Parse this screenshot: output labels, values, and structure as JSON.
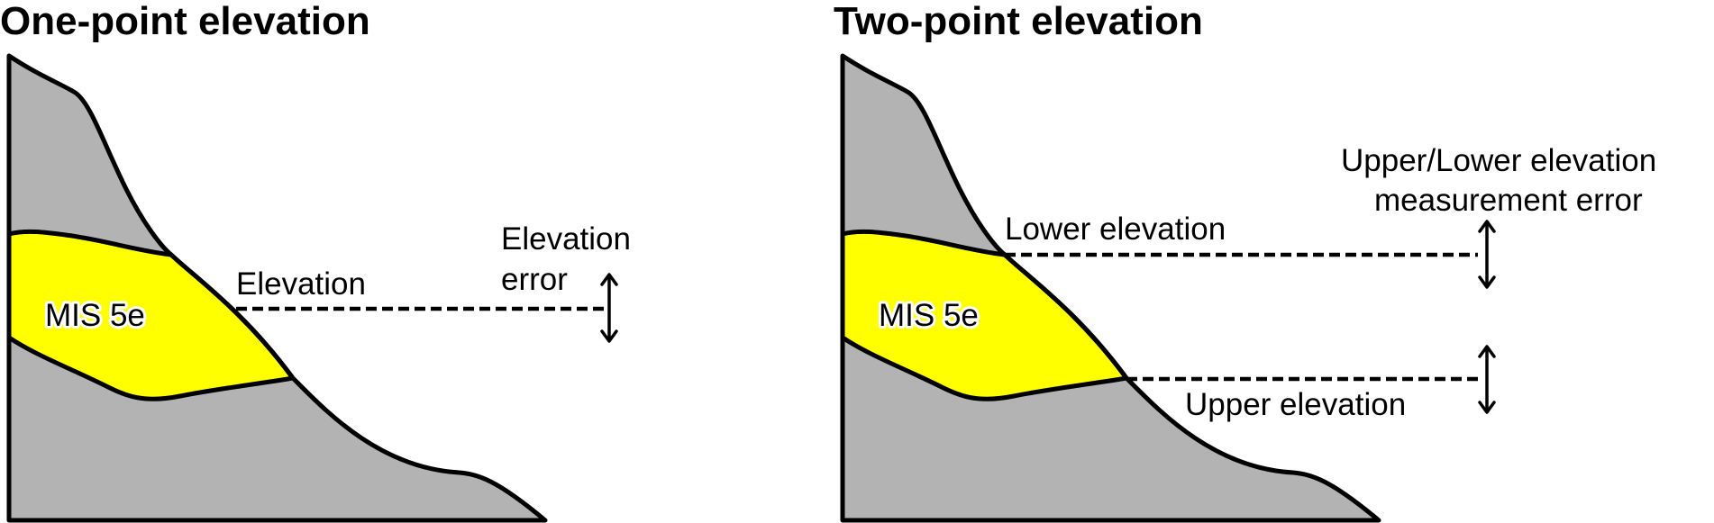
{
  "panels": {
    "one_point": {
      "title": "One-point elevation",
      "unit_label": "MIS 5e",
      "elevation_label": "Elevation",
      "error_label_line1": "Elevation",
      "error_label_line2": "error"
    },
    "two_point": {
      "title": "Two-point elevation",
      "unit_label": "MIS 5e",
      "lower_label": "Lower elevation",
      "upper_label": "Upper elevation",
      "error_label_line1": "Upper/Lower elevation",
      "error_label_line2": "measurement error"
    }
  },
  "colors": {
    "hillside": "#b3b3b3",
    "mis_unit": "#ffff00",
    "line": "#000000",
    "background": "#ffffff"
  }
}
